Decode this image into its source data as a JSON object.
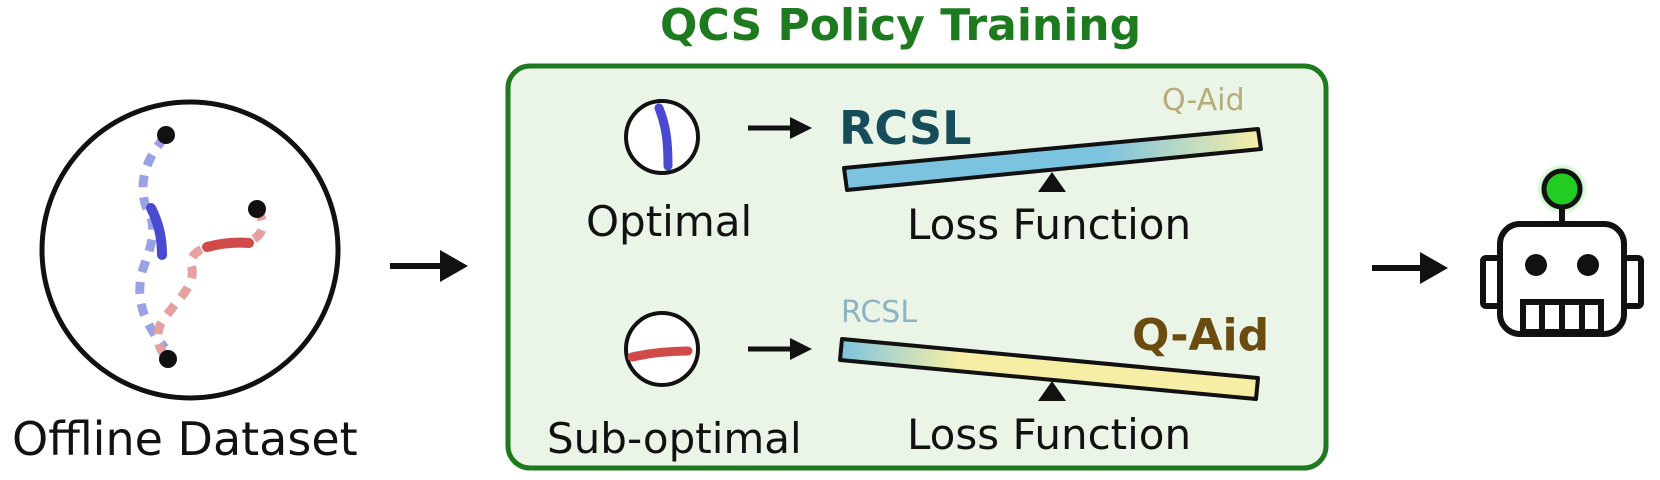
{
  "title": "QCS Policy Training",
  "dataset": {
    "label": "Offline Dataset"
  },
  "rows": [
    {
      "trajectory": "Optimal",
      "loss_label": "Loss Function",
      "left_term": "RCSL",
      "right_term": "Q-Aid",
      "emphasis": "RCSL"
    },
    {
      "trajectory": "Sub-optimal",
      "loss_label": "Loss Function",
      "left_term": "RCSL",
      "right_term": "Q-Aid",
      "emphasis": "Q-Aid"
    }
  ],
  "output": {
    "icon": "robot-icon"
  },
  "colors": {
    "title_green": "#1e7a1e",
    "panel_fill": "#eaf4e7",
    "optimal_blue": "#4a4ad0",
    "suboptimal_red": "#d04a4a",
    "rcsl_blue": "#7cc3e0",
    "qaid_yellow": "#f7eea5",
    "rcsl_text": "#174c5a",
    "qaid_text": "#6a4b10",
    "robot_light": "#22cc22"
  }
}
